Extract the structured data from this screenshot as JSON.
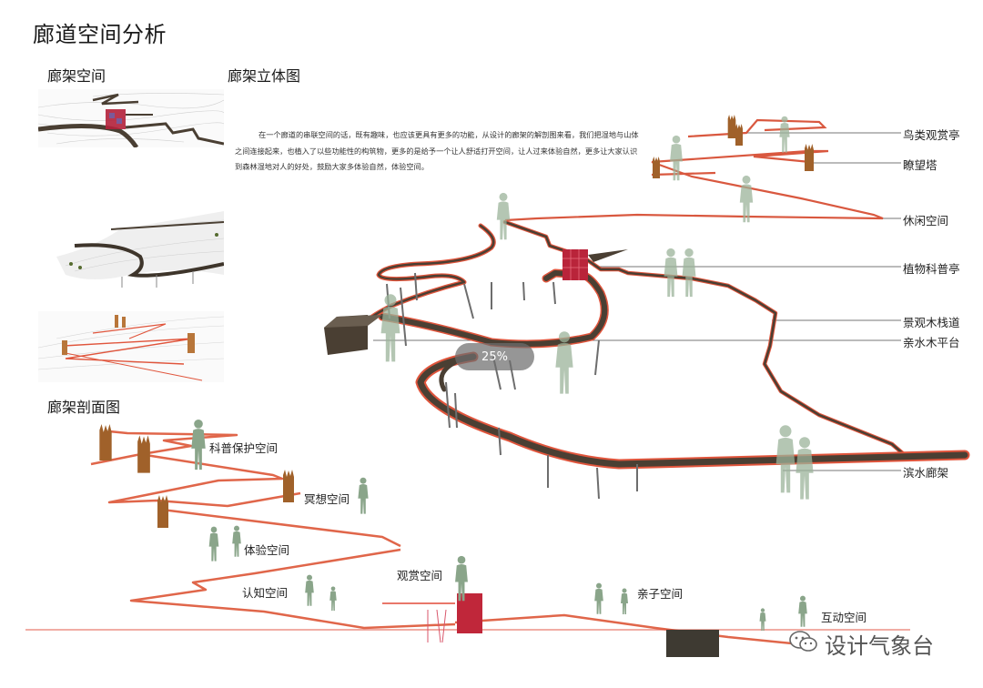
{
  "page": {
    "title": "廊道空间分析",
    "colors": {
      "boardwalk_dark": "#4a3f33",
      "boardwalk_edge": "#e0553c",
      "figure_green": "#9bb39a",
      "tower_wood": "#a0612a",
      "pavilion_red": "#c0273a",
      "leader_line": "#777777"
    }
  },
  "sections": {
    "corridor_space": {
      "heading": "廊架空间",
      "thumbnails": [
        "aerial-view-1",
        "aerial-view-2",
        "aerial-view-3"
      ]
    },
    "corridor_3d": {
      "heading": "廊架立体图",
      "description": "在一个廊道的串联空间的话，既有趣味，也应该更具有更多的功能，从设计的廊架的解剖图来看，我们把湿地与山体之间连接起来，也植入了以些功能性的构筑物，更多的是给予一个让人舒适打开空间，让人过来体验自然，更多让大家认识到森林湿地对人的好处，鼓励大家多体验自然，体验空间。",
      "callouts": [
        "鸟类观赏亭",
        "瞭望塔",
        "休闲空间",
        "植物科普亭",
        "景观木栈道",
        "亲水木平台",
        "滨水廊架"
      ]
    },
    "corridor_section": {
      "heading": "廊架剖面图",
      "labels": [
        "科普保护空间",
        "冥想空间",
        "体验空间",
        "认知空间",
        "观赏空间",
        "亲子空间",
        "互动空间"
      ]
    }
  },
  "overlay": {
    "progress_label": "25%",
    "progress_value": 25
  },
  "watermark": {
    "icon": "wechat-icon",
    "text": "设计气象台"
  }
}
